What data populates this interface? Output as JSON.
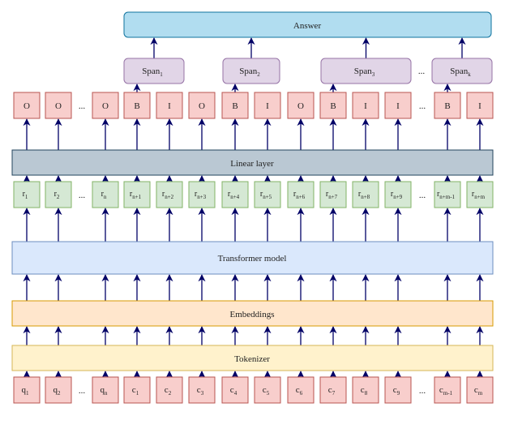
{
  "answer": "Answer",
  "linear_layer": "Linear layer",
  "transformer": "Transformer model",
  "embeddings": "Embeddings",
  "tokenizer": "Tokenizer",
  "ellipsis": "...",
  "spans": [
    {
      "base": "Span",
      "sub": "1"
    },
    {
      "base": "Span",
      "sub": "2"
    },
    {
      "base": "Span",
      "sub": "3"
    },
    {
      "base": "Span",
      "sub": "k"
    }
  ],
  "tags": [
    "O",
    "O",
    "...",
    "O",
    "B",
    "I",
    "O",
    "B",
    "I",
    "O",
    "B",
    "I",
    "I",
    "...",
    "B",
    "I"
  ],
  "reps": [
    {
      "base": "r",
      "sub": "1"
    },
    {
      "base": "r",
      "sub": "2"
    },
    {
      "base": "...",
      "sub": ""
    },
    {
      "base": "r",
      "sub": "n"
    },
    {
      "base": "r",
      "sub": "n+1"
    },
    {
      "base": "r",
      "sub": "n+2"
    },
    {
      "base": "r",
      "sub": "n+3"
    },
    {
      "base": "r",
      "sub": "n+4"
    },
    {
      "base": "r",
      "sub": "n+5"
    },
    {
      "base": "r",
      "sub": "n+6"
    },
    {
      "base": "r",
      "sub": "n+7"
    },
    {
      "base": "r",
      "sub": "n+8"
    },
    {
      "base": "r",
      "sub": "n+9"
    },
    {
      "base": "...",
      "sub": ""
    },
    {
      "base": "r",
      "sub": "n+m-1"
    },
    {
      "base": "r",
      "sub": "n+m"
    }
  ],
  "tokens": [
    {
      "base": "q",
      "sub": "1"
    },
    {
      "base": "q",
      "sub": "2"
    },
    {
      "base": "...",
      "sub": ""
    },
    {
      "base": "q",
      "sub": "n"
    },
    {
      "base": "c",
      "sub": "1"
    },
    {
      "base": "c",
      "sub": "2"
    },
    {
      "base": "c",
      "sub": "3"
    },
    {
      "base": "c",
      "sub": "4"
    },
    {
      "base": "c",
      "sub": "5"
    },
    {
      "base": "c",
      "sub": "6"
    },
    {
      "base": "c",
      "sub": "7"
    },
    {
      "base": "c",
      "sub": "8"
    },
    {
      "base": "c",
      "sub": "9"
    },
    {
      "base": "...",
      "sub": ""
    },
    {
      "base": "c",
      "sub": "m-1"
    },
    {
      "base": "c",
      "sub": "m"
    }
  ],
  "colors": {
    "answer_fill": "#b1ddf0",
    "answer_stroke": "#10739e",
    "span_fill": "#e1d5e7",
    "span_stroke": "#9673a6",
    "tag_fill": "#f8cecc",
    "tag_stroke": "#b85450",
    "linear_fill": "#bac8d3",
    "linear_stroke": "#23445d",
    "rep_fill": "#d5e8d4",
    "rep_stroke": "#82b366",
    "transformer_fill": "#dae8fc",
    "transformer_stroke": "#6c8ebf",
    "embed_fill": "#ffe6cc",
    "embed_stroke": "#d79b00",
    "tok_fill": "#fff2cc",
    "tok_stroke": "#d6b656",
    "arrow": "#000066"
  }
}
